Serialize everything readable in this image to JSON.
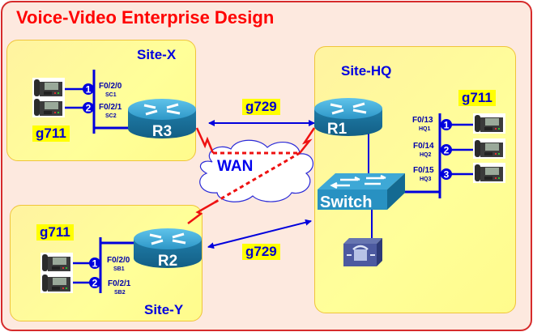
{
  "title": "Voice-Video Enterprise Design",
  "sites": {
    "site_x": {
      "label": "Site-X",
      "codec": "g711",
      "router": "R3",
      "ports": [
        {
          "num": "1",
          "iface": "F0/2/0",
          "ext": "SC1"
        },
        {
          "num": "2",
          "iface": "F0/2/1",
          "ext": "SC2"
        }
      ]
    },
    "site_y": {
      "label": "Site-Y",
      "codec": "g711",
      "router": "R2",
      "ports": [
        {
          "num": "1",
          "iface": "F0/2/0",
          "ext": "SB1"
        },
        {
          "num": "2",
          "iface": "F0/2/1",
          "ext": "SB2"
        }
      ]
    },
    "site_hq": {
      "label": "Site-HQ",
      "codec": "g711",
      "router": "R1",
      "switch": "Switch",
      "ports": [
        {
          "num": "1",
          "iface": "F0/13",
          "ext": "HQ1"
        },
        {
          "num": "2",
          "iface": "F0/14",
          "ext": "HQ2"
        },
        {
          "num": "3",
          "iface": "F0/15",
          "ext": "HQ3"
        }
      ]
    }
  },
  "wan": {
    "label": "WAN"
  },
  "links": [
    {
      "from": "R3",
      "to": "R1",
      "codec": "g729"
    },
    {
      "from": "R2",
      "to": "R1",
      "codec": "g729"
    }
  ],
  "colors": {
    "title": "#ff0000",
    "frame_border": "#d62b2b",
    "frame_bg": "#fde9df",
    "site_bg": "#ffff99",
    "label_blue": "#0000e0",
    "codec_highlight": "#ffff00",
    "router": "#2a8ab8",
    "wan_link": "#ff0000"
  }
}
